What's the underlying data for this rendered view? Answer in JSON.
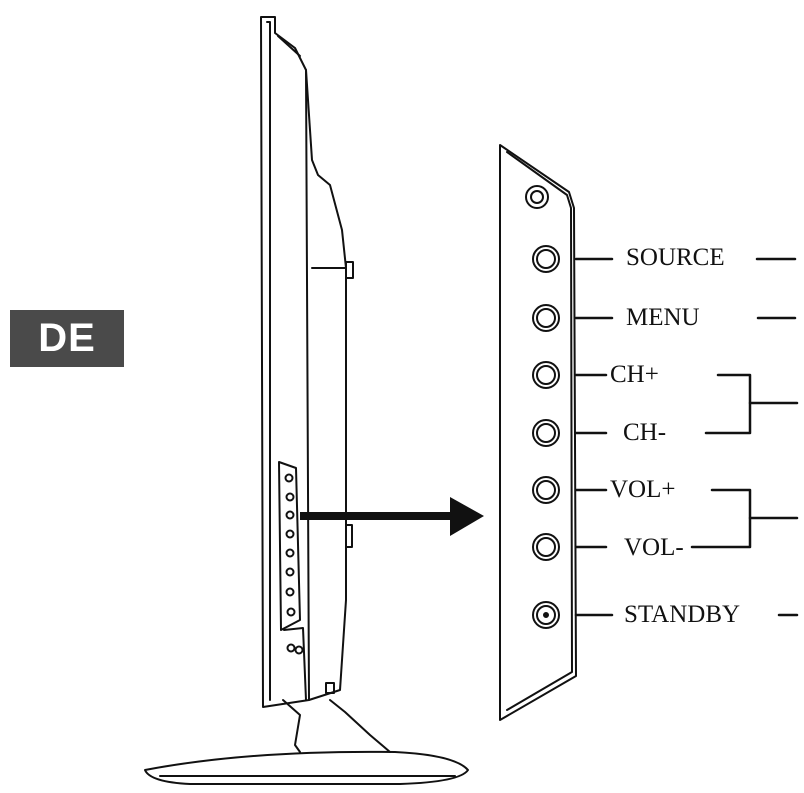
{
  "badge": {
    "text": "DE",
    "color": "#4a4a4a"
  },
  "buttons": [
    {
      "id": "source",
      "label": "SOURCE"
    },
    {
      "id": "menu",
      "label": "MENU"
    },
    {
      "id": "ch-up",
      "label": "CH+"
    },
    {
      "id": "ch-down",
      "label": "CH-"
    },
    {
      "id": "vol-up",
      "label": "VOL+"
    },
    {
      "id": "vol-down",
      "label": "VOL-"
    },
    {
      "id": "standby",
      "label": "STANDBY"
    }
  ],
  "colors": {
    "line": "#111111",
    "background": "#ffffff"
  }
}
